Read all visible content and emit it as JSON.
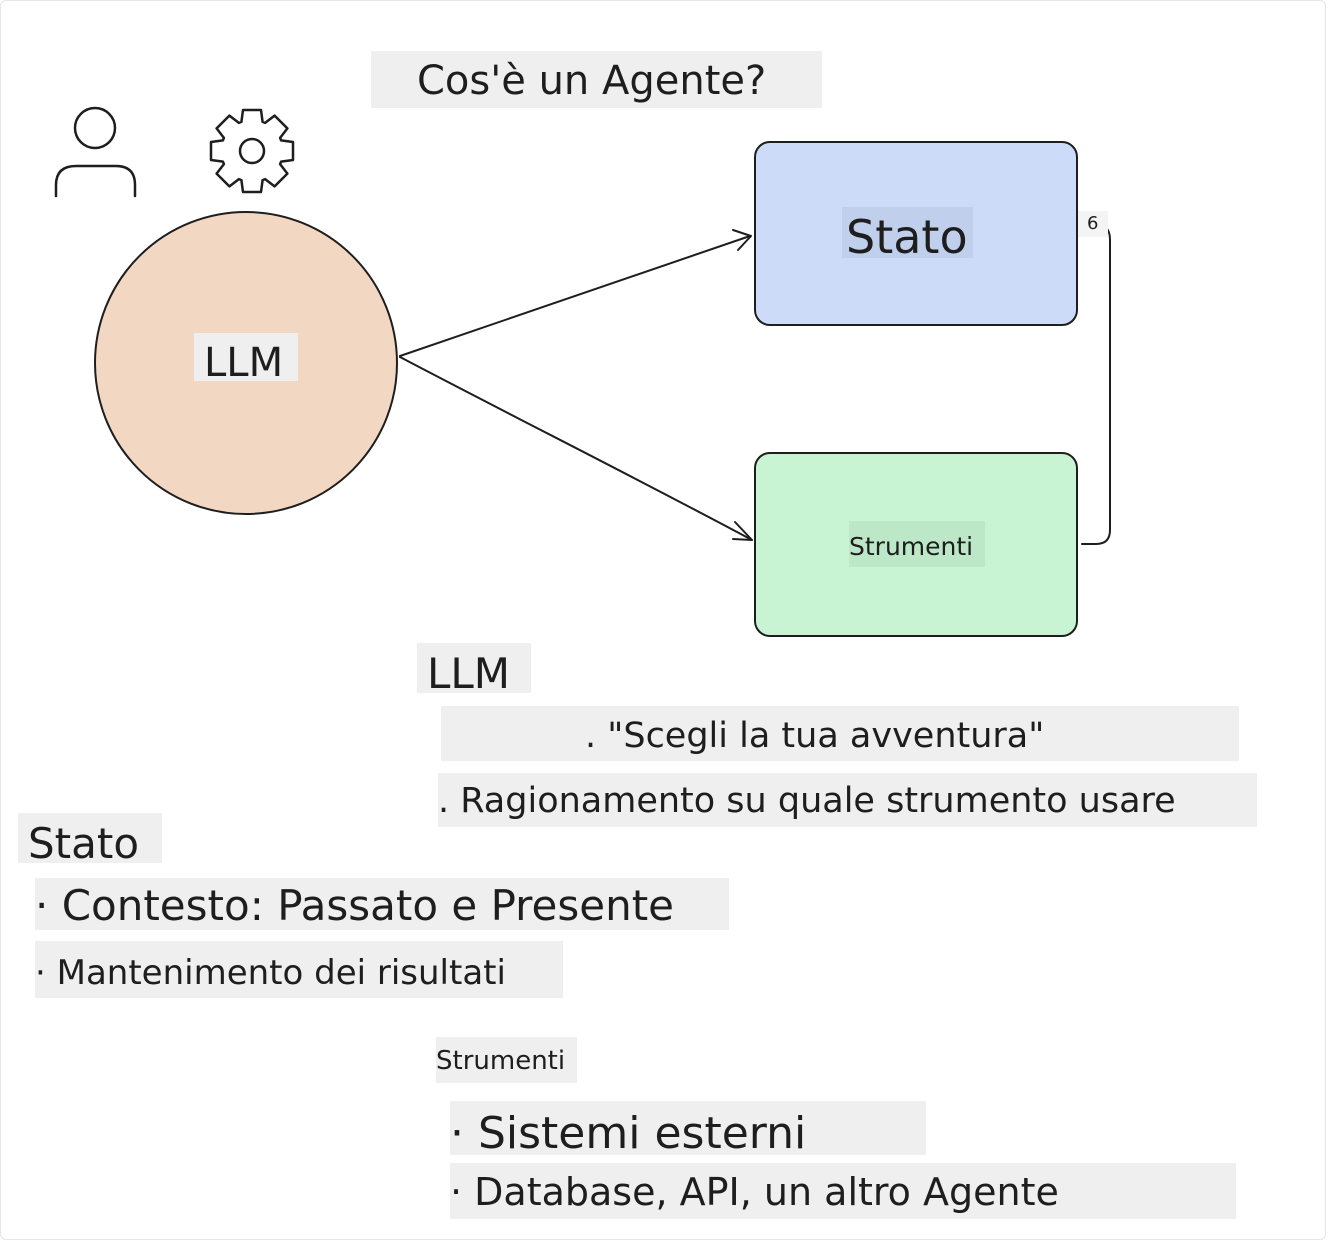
{
  "title": "Cos'è un Agente?",
  "nodes": {
    "llm": "LLM",
    "stato": "Stato",
    "strumenti": "Strumenti",
    "connector_mark": "6"
  },
  "sections": {
    "llm": {
      "heading": "LLM",
      "items": [
        ". \"Scegli la tua avventura\"",
        ". Ragionamento su quale strumento usare"
      ]
    },
    "stato": {
      "heading": "Stato",
      "items": [
        "· Contesto: Passato e Presente",
        "· Mantenimento dei risultati"
      ]
    },
    "strumenti": {
      "heading": "Strumenti",
      "items": [
        "· Sistemi esterni",
        "· Database, API, un altro Agente"
      ]
    }
  },
  "colors": {
    "llm_fill": "#f2d8c2",
    "stato_fill": "#ccdcf8",
    "strumenti_fill": "#c8f4d3",
    "label_bg": "#efefef",
    "stroke": "#1e1e1e"
  },
  "icons": [
    "person-icon",
    "gear-icon"
  ]
}
